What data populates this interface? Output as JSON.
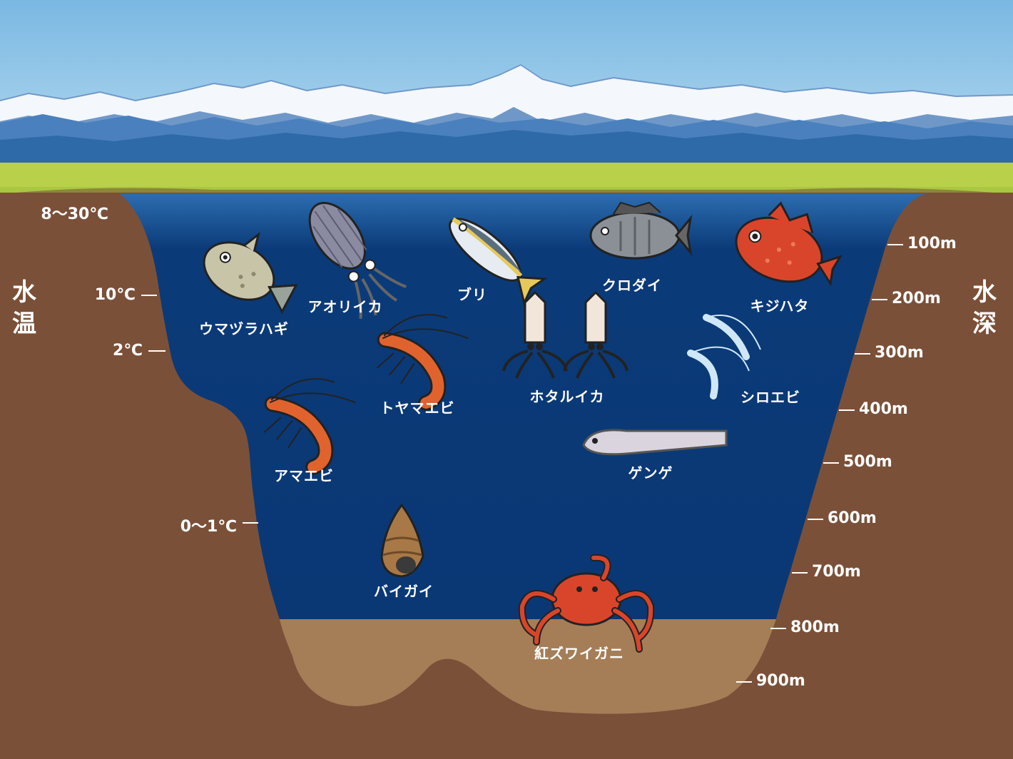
{
  "axes": {
    "left_title": [
      "水",
      "温"
    ],
    "right_title": [
      "水",
      "深"
    ]
  },
  "temperatures": [
    {
      "label": "8～30℃",
      "depth_m": 0
    },
    {
      "label": "10℃",
      "depth_m": 200
    },
    {
      "label": "2℃",
      "depth_m": 300
    },
    {
      "label": "0～1℃",
      "depth_m": 600
    }
  ],
  "depths": [
    "100m",
    "200m",
    "300m",
    "400m",
    "500m",
    "600m",
    "700m",
    "800m",
    "900m"
  ],
  "creatures": [
    {
      "name": "ウマヅラハギ",
      "icon": "filefish-icon",
      "color": "#c8c4a8"
    },
    {
      "name": "アオリイカ",
      "icon": "bigfin-squid-icon",
      "color": "#8a8aa0"
    },
    {
      "name": "ブリ",
      "icon": "yellowtail-icon",
      "color": "#e6c95c"
    },
    {
      "name": "クロダイ",
      "icon": "black-porgy-icon",
      "color": "#7a7f86"
    },
    {
      "name": "キジハタ",
      "icon": "grouper-icon",
      "color": "#d9452b"
    },
    {
      "name": "トヤマエビ",
      "icon": "toyama-shrimp-icon",
      "color": "#e0632e"
    },
    {
      "name": "ホタルイカ",
      "icon": "firefly-squid-icon",
      "color": "#f2e6da"
    },
    {
      "name": "シロエビ",
      "icon": "white-shrimp-icon",
      "color": "#cfe7f7"
    },
    {
      "name": "アマエビ",
      "icon": "sweet-shrimp-icon",
      "color": "#e0632e"
    },
    {
      "name": "ゲンゲ",
      "icon": "eelpout-icon",
      "color": "#d9d4de"
    },
    {
      "name": "バイガイ",
      "icon": "whelk-icon",
      "color": "#a87846"
    },
    {
      "name": "紅ズワイガニ",
      "icon": "red-snow-crab-icon",
      "color": "#d9452b"
    }
  ],
  "colors": {
    "sky_top": "#7ab8e2",
    "sky_bottom": "#b6daf0",
    "mountain": "#2f6aa8",
    "land": "#b9d04a",
    "water_top": "#2c6db0",
    "water": "#0b3a78",
    "earth": "#7b5038",
    "seabed": "#a57e57",
    "text": "#ffffff"
  }
}
